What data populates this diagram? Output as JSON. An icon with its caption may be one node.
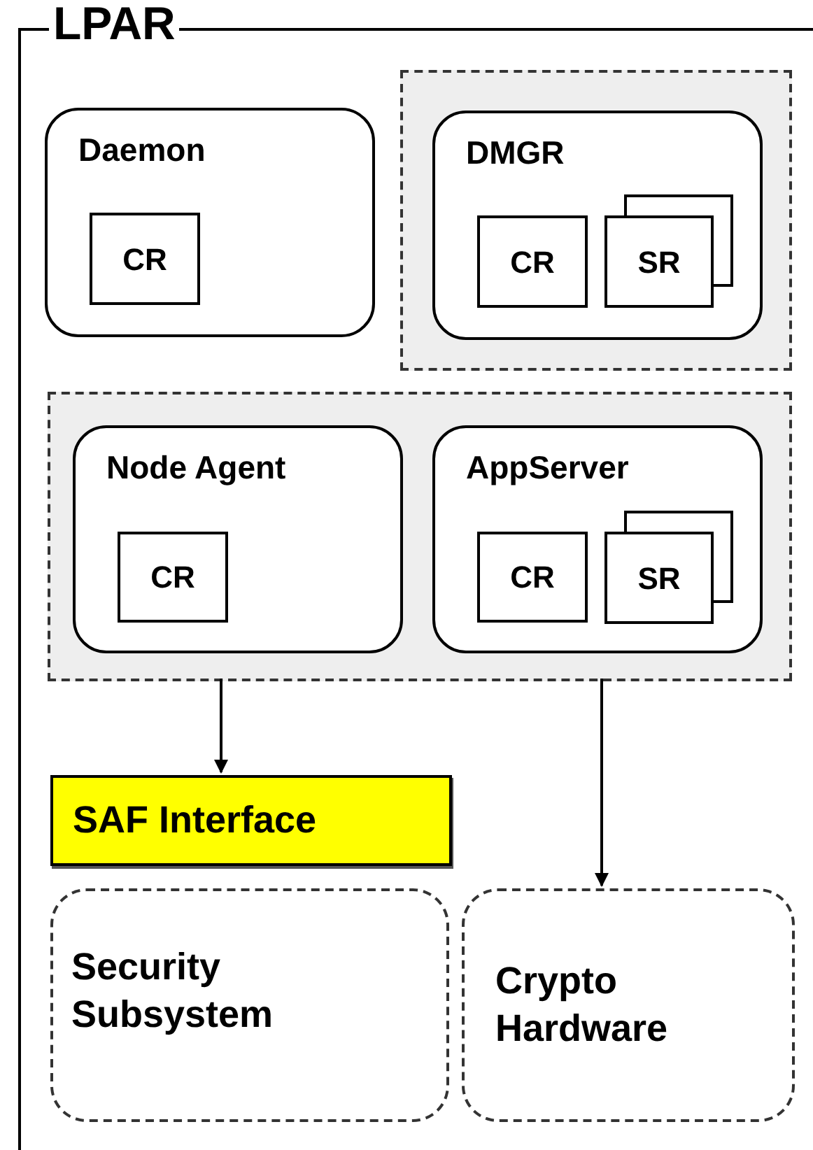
{
  "diagram": {
    "nodes": [
      {
        "text": [
          "LPAR"
        ]
      },
      {
        "text": [
          "Daemon"
        ],
        "in": 0
      },
      {
        "text": [
          "CR"
        ],
        "in": 1
      },
      {
        "text": [],
        "shape": "box",
        "in": 0
      },
      {
        "text": [
          "DMGR"
        ],
        "in": 3
      },
      {
        "text": [
          "CR"
        ],
        "in": 4
      },
      {
        "text": [
          "SR"
        ],
        "in": 4
      },
      {
        "text": [],
        "shape": "box",
        "in": 0
      },
      {
        "text": [
          "Node Agent"
        ],
        "in": 7
      },
      {
        "text": [
          "CR"
        ],
        "in": 8
      },
      {
        "text": [
          "AppServer"
        ],
        "in": 7
      },
      {
        "text": [
          "CR"
        ],
        "in": 10
      },
      {
        "text": [
          "SR"
        ],
        "in": 10
      },
      {
        "text": [
          "SAF Interface"
        ],
        "in": 0
      },
      {
        "text": [
          "Security Subsystem"
        ],
        "in": 0
      },
      {
        "text": [
          "Crypto Hardware"
        ],
        "in": 0
      }
    ],
    "edges": [
      {
        "from": 7,
        "to": 13,
        "arrow": "to"
      },
      {
        "from": 7,
        "to": 15,
        "arrow": "to"
      }
    ]
  }
}
